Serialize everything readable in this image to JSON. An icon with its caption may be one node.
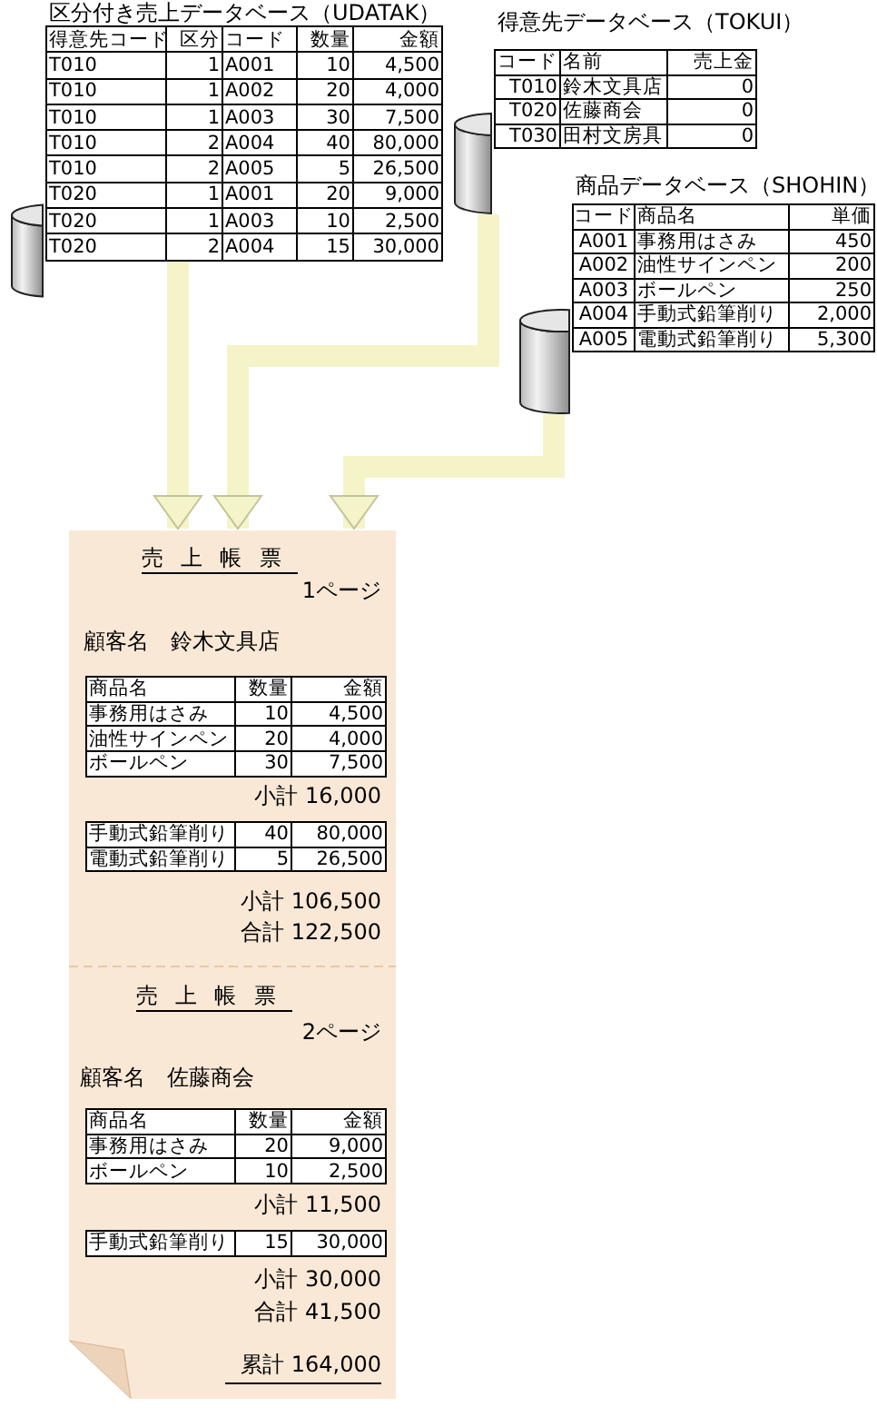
{
  "diagram": {
    "nodes": [
      {
        "text": [
          "区分付き売上データベース（UDATAK）",
          "得意先コード",
          "区分",
          "コード",
          "数量",
          "金額",
          "T010",
          "1",
          "A001",
          "10",
          "4,500",
          "T010",
          "1",
          "A002",
          "20",
          "4,000",
          "T010",
          "1",
          "A003",
          "30",
          "7,500",
          "T010",
          "2",
          "A004",
          "40",
          "80,000",
          "T010",
          "2",
          "A005",
          "5",
          "26,500",
          "T020",
          "1",
          "A001",
          "20",
          "9,000",
          "T020",
          "1",
          "A003",
          "10",
          "2,500",
          "T020",
          "2",
          "A004",
          "15",
          "30,000"
        ]
      },
      {
        "text": [],
        "shape": "cylinder"
      },
      {
        "text": [
          "得意先データベース（TOKUI）",
          "コード",
          "名前",
          "売上金",
          "T010",
          "鈴木文具店",
          "0",
          "T020",
          "佐藤商会",
          "0",
          "T030",
          "田村文房具",
          "0"
        ]
      },
      {
        "text": [],
        "shape": "cylinder"
      },
      {
        "text": [
          "商品データベース（SHOHIN）",
          "コード",
          "商品名",
          "単価",
          "A001",
          "事務用はさみ",
          "450",
          "A002",
          "油性サインペン",
          "200",
          "A003",
          "ボールペン",
          "250",
          "A004",
          "手動式鉛筆削り",
          "2,000",
          "A005",
          "電動式鉛筆削り",
          "5,300"
        ]
      },
      {
        "text": [],
        "shape": "cylinder"
      },
      {
        "text": [
          "売上帳票",
          "1ページ",
          "顧客名　鈴木文具店",
          "小計 16,000",
          "小計 106,500",
          "合計 122,500",
          "売上帳票",
          "2ページ",
          "顧客名　佐藤商会",
          "小計 11,500",
          "小計 30,000",
          "合計 41,500",
          "累計 164,000"
        ]
      },
      {
        "text": [
          "商品名",
          "数量",
          "金額",
          "事務用はさみ",
          "10",
          "4,500",
          "油性サインペン",
          "20",
          "4,000",
          "ボールペン",
          "30",
          "7,500"
        ],
        "in": 6
      },
      {
        "text": [
          "手動式鉛筆削り",
          "40",
          "80,000",
          "電動式鉛筆削り",
          "5",
          "26,500"
        ],
        "in": 6
      },
      {
        "text": [
          "商品名",
          "数量",
          "金額",
          "事務用はさみ",
          "20",
          "9,000",
          "ボールペン",
          "10",
          "2,500"
        ],
        "in": 6
      },
      {
        "text": [
          "手動式鉛筆削り",
          "15",
          "30,000"
        ],
        "in": 6
      }
    ],
    "edges": [
      {
        "from": 0,
        "to": 6,
        "arrow": "to"
      },
      {
        "from": 3,
        "to": 6,
        "arrow": "to"
      },
      {
        "from": 5,
        "to": 6,
        "arrow": "to"
      }
    ]
  }
}
